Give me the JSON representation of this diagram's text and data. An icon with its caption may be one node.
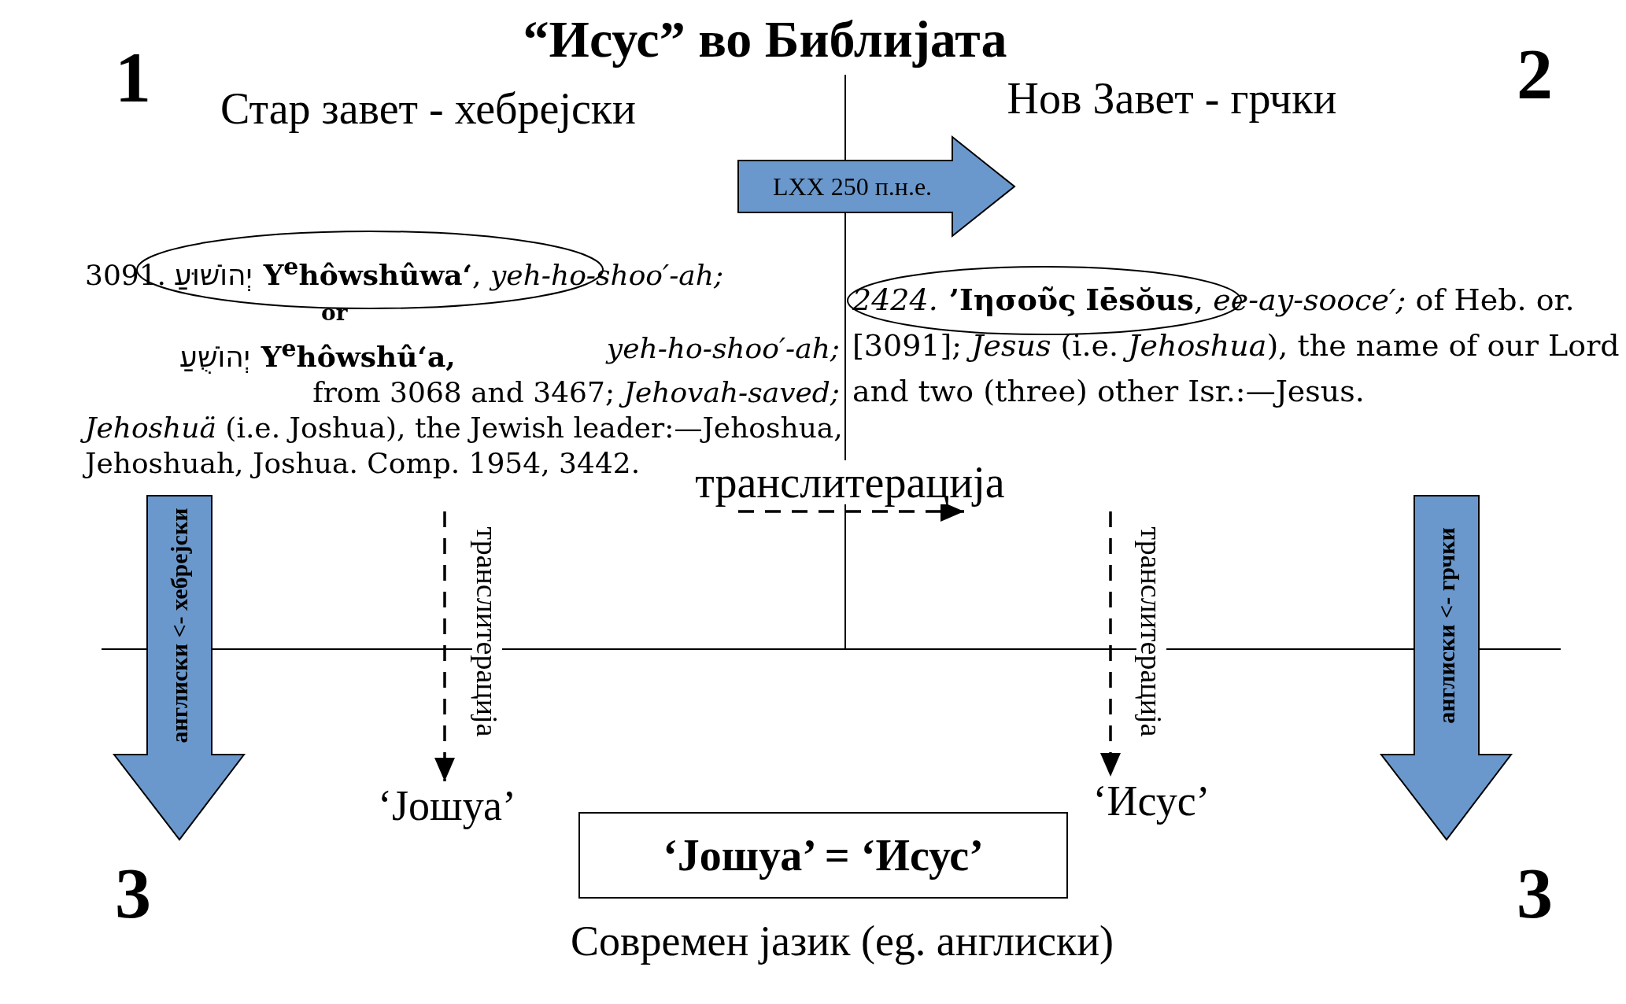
{
  "diagram": {
    "title": "“Исус” во Библијата",
    "nodes": [
      {
        "text": [
          "3091.",
          "יְהוֹשׁוּעַ",
          "Y$^{e}$hôwshûwa‘",
          ", *yeh-ho-shoo′-ah;*",
          "or",
          "יְהוֹשֻׁעַ",
          "Y$^{e}$hôwshû‘a,",
          "yeh-ho-shoo′-ah;",
          "from 3068 and 3467; *Jehovah-saved;*",
          "*Jehoshuä* (i.e. Joshua), the Jewish leader:—Jehoshua,",
          "Jehoshuah, Joshua.   Comp. 1954, 3442."
        ]
      },
      {
        "text": [
          "2424.",
          "’Ιησοῦς",
          "Iēsŏus",
          ", *ee-ay-sooce′;* of Heb. or.",
          "[3091]; *Jesus* (i.e. *Jehoshua*), the name of our Lord",
          "and two (three) other Isr.:—Jesus."
        ]
      },
      {
        "text": [
          "LXX 250 п.н.е."
        ]
      },
      {
        "text": [
          "англиски <- хебрејски"
        ]
      },
      {
        "text": [
          "англиски <- грчки"
        ]
      },
      {
        "text": [
          "‘Јошуа’"
        ]
      },
      {
        "text": [
          "‘Исус’"
        ]
      },
      {
        "text": [
          "‘Јошуа’ = ‘Исус’"
        ]
      }
    ],
    "edges": [
      {
        "from": 0,
        "to": 1,
        "arrow": "to",
        "style": "dashed",
        "label": "транслитерација"
      },
      {
        "from": 0,
        "to": 5,
        "arrow": "to",
        "style": "dashed",
        "label": "транслитерација"
      },
      {
        "from": 1,
        "to": 6,
        "arrow": "to",
        "style": "dashed",
        "label": "транслитерација"
      }
    ],
    "labels": [
      "1",
      "Стар завет - хебрејски",
      "Нов Завет - грчки",
      "2",
      "3",
      "3",
      "Современ јазик (eg. англиски)"
    ]
  }
}
